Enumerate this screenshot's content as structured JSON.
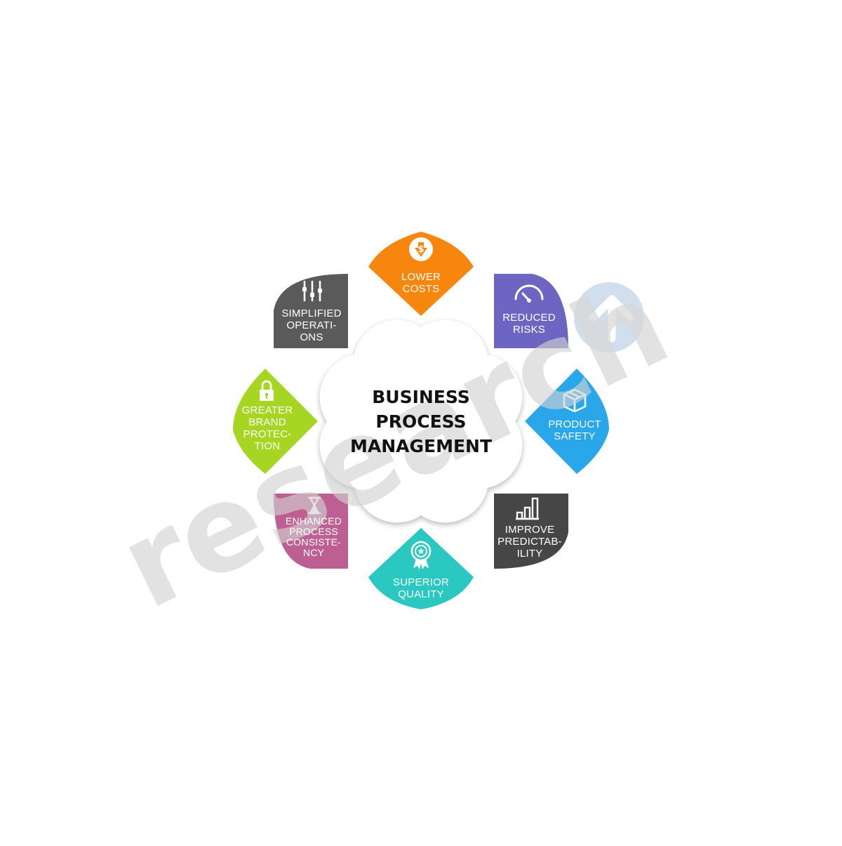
{
  "diagram": {
    "center": {
      "lines": [
        "BUSINESS",
        "PROCESS",
        "MANAGEMENT"
      ],
      "fill": "#ffffff",
      "text_color": "#111111"
    },
    "items": [
      {
        "id": "lower-costs",
        "lines": [
          "LOWER",
          "COSTS"
        ],
        "color": "#f7860f",
        "icon": "dollar-down-icon"
      },
      {
        "id": "reduced-risks",
        "lines": [
          "REDUCED",
          "RISKS"
        ],
        "color": "#6c66c2",
        "icon": "gauge-icon"
      },
      {
        "id": "product-safety",
        "lines": [
          "PRODUCT",
          "SAFETY"
        ],
        "color": "#2aa6ea",
        "icon": "box-icon"
      },
      {
        "id": "improve-predictability",
        "lines": [
          "IMPROVE",
          "PREDICTAB-",
          "ILITY"
        ],
        "color": "#464646",
        "icon": "bar-chart-icon"
      },
      {
        "id": "superior-quality",
        "lines": [
          "SUPERIOR",
          "QUALITY"
        ],
        "color": "#2bc8c2",
        "icon": "award-badge-icon"
      },
      {
        "id": "enhanced-process-consistency",
        "lines": [
          "ENHANCED",
          "PROCESS",
          "CONSISTE-",
          "NCY"
        ],
        "color": "#bd5f92",
        "icon": "hourglass-icon"
      },
      {
        "id": "greater-brand-protection",
        "lines": [
          "GREATER",
          "BRAND",
          "PROTEC-",
          "TION"
        ],
        "color": "#a6d522",
        "icon": "lock-icon"
      },
      {
        "id": "simplified-operations",
        "lines": [
          "SIMPLIFIED",
          "OPERATI-",
          "ONS"
        ],
        "color": "#5a5a5a",
        "icon": "sliders-icon"
      }
    ]
  },
  "watermark": {
    "text": "research",
    "color": "#d6d6d6",
    "logo_color": "#c9d9ec"
  }
}
